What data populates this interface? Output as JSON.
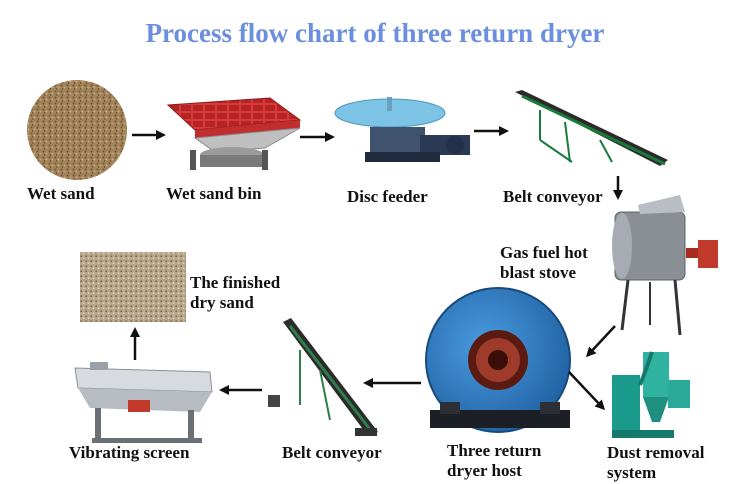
{
  "title": "Process flow chart of three return dryer",
  "steps": {
    "wet_sand": "Wet sand",
    "wet_sand_bin": "Wet sand bin",
    "disc_feeder": "Disc feeder",
    "belt_conveyor_1": "Belt conveyor",
    "gas_stove": "Gas fuel hot\nblast stove",
    "three_return_dryer": "Three return\ndryer host",
    "dust_removal": "Dust removal\nsystem",
    "belt_conveyor_2": "Belt conveyor",
    "vibrating_screen": "Vibrating screen",
    "finished_sand": "The finished\ndry sand"
  },
  "colors": {
    "title": "#6b8fde",
    "arrow": "#111111",
    "bin_red": "#d63a3a",
    "disc_blue": "#7cc3e6",
    "dryer_blue": "#2f7fc9",
    "sand": "#9c7a4f"
  }
}
